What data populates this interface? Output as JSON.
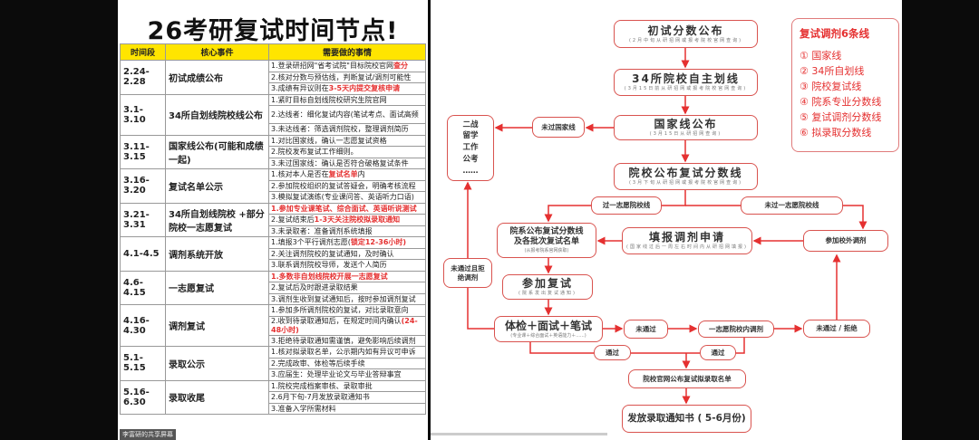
{
  "title": "26考研复试时间节点!",
  "share_label": "李富研的共享屏幕",
  "table": {
    "headers": [
      "时间段",
      "核心事件",
      "需要做的事情"
    ],
    "rows": [
      {
        "date": "2.24-2.28",
        "event": "初试成绩公布",
        "items": [
          {
            "pre": "1.登录研招网\"省考试院\"目标院校官网",
            "hl": "查分",
            "post": ""
          },
          {
            "pre": "2.核对分数与预估线，判断复试/调剂可能性",
            "hl": "",
            "post": ""
          },
          {
            "pre": "3.成绩有异议则在",
            "hl": "3-5天内提交复核申请",
            "post": ""
          }
        ]
      },
      {
        "date": "3.1-3.10",
        "event": "34所自划线院校线公布",
        "items": [
          {
            "pre": "1.紧盯目标自划线院校研究生院官网",
            "hl": "",
            "post": ""
          },
          {
            "pre": "2.达线者：细化复试内容(笔试考点、面试高频",
            "hl": "",
            "post": ""
          },
          {
            "pre": "3.未达线者：筛选调剂院校，整理调剂简历",
            "hl": "",
            "post": ""
          }
        ]
      },
      {
        "date": "3.11-3.15",
        "event": "国家线公布(可能和成绩一起)",
        "items": [
          {
            "pre": "1.对比国家线，确认一志愿复试资格",
            "hl": "",
            "post": ""
          },
          {
            "pre": "2.院校发布复试工作细则。",
            "hl": "",
            "post": ""
          },
          {
            "pre": "3.未过国家线：确认是否符合破格复试条件",
            "hl": "",
            "post": ""
          }
        ]
      },
      {
        "date": "3.16-3.20",
        "event": "复试名单公示",
        "items": [
          {
            "pre": "1.核对本人是否在",
            "hl": "复试名单",
            "post": "内"
          },
          {
            "pre": "2.参加院校组织的复试答疑会，明确考核流程",
            "hl": "",
            "post": ""
          },
          {
            "pre": "3.模拟复试演练(专业课问答、英语听力口语)",
            "hl": "",
            "post": ""
          }
        ]
      },
      {
        "date": "3.21-3.31",
        "event": "34所自划线院校 +部分院校一志愿复试",
        "items": [
          {
            "pre": "",
            "hl": "1.参加专业课笔试、综合面试、英语听说测试",
            "post": ""
          },
          {
            "pre": "2.复试结束后",
            "hl": "1-3天关注院校拟录取通知",
            "post": ""
          },
          {
            "pre": "3.未录取者：准备调剂系统填报",
            "hl": "",
            "post": ""
          }
        ]
      },
      {
        "date": "4.1-4.5",
        "event": "调剂系统开放",
        "items": [
          {
            "pre": "1.填报3个平行调剂志愿(",
            "hl": "锁定12-36小时)",
            "post": ""
          },
          {
            "pre": "2.关注调剂院校的复试通知，及时确认",
            "hl": "",
            "post": ""
          },
          {
            "pre": "3.联系调剂院校导师，发送个人简历",
            "hl": "",
            "post": ""
          }
        ]
      },
      {
        "date": "4.6-4.15",
        "event": "一志愿复试",
        "items": [
          {
            "pre": "",
            "hl": "1.多数非自划线院校开展一志愿复试",
            "post": ""
          },
          {
            "pre": "2.复试后及时跟进录取结果",
            "hl": "",
            "post": ""
          },
          {
            "pre": "3.调剂生收到复试通知后，按时参加调剂复试",
            "hl": "",
            "post": ""
          }
        ]
      },
      {
        "date": "4.16-4.30",
        "event": "调剂复试",
        "items": [
          {
            "pre": "1.参加多所调剂院校的复试，对比录取意向",
            "hl": "",
            "post": ""
          },
          {
            "pre": "2.收到待录取通知后，在规定时间内确认",
            "hl": "(24-48小时)",
            "post": ""
          },
          {
            "pre": "3.拒绝待录取通知需谨慎，避免影响后续调剂",
            "hl": "",
            "post": ""
          }
        ]
      },
      {
        "date": "5.1-5.15",
        "event": "录取公示",
        "items": [
          {
            "pre": "1.核对拟录取名单，公示期内如有异议可申诉",
            "hl": "",
            "post": ""
          },
          {
            "pre": "2.完成政审、体检等后续手续",
            "hl": "",
            "post": ""
          },
          {
            "pre": "3.应届生：处理毕业论文与毕业答辩事宜",
            "hl": "",
            "post": ""
          }
        ]
      },
      {
        "date": "5.16-6.30",
        "event": "录取收尾",
        "items": [
          {
            "pre": "1.院校完成档案审核、录取审批",
            "hl": "",
            "post": ""
          },
          {
            "pre": "2.6月下旬-7月发放录取通知书",
            "hl": "",
            "post": ""
          },
          {
            "pre": "3.准备入学所需材料",
            "hl": "",
            "post": ""
          }
        ]
      }
    ]
  },
  "flow": {
    "n1": {
      "t": "初试分数公布",
      "s": "(2月中旬从研招网或报考院校官网查询)"
    },
    "n2": {
      "t": "34所院校自主划线",
      "s": "(3月15日前从研招网或报考院校官网查询)"
    },
    "n3": {
      "t": "国家线公布",
      "s": "(3月15日从研招网查询)"
    },
    "n4": {
      "t": "院校公布复试分数线",
      "s": "(3月下旬从研招网或报考院校官网查询)"
    },
    "fail_national": "未过国家线",
    "alt": [
      "二战",
      "留学",
      "工作",
      "公考",
      "……"
    ],
    "pass_first": "过一志愿院校线",
    "fail_first": "未过一志愿院校线",
    "dept": {
      "t1": "院系公布复试分数线",
      "t2": "及各批次复试名单",
      "s": "(从报考院系官网获取)"
    },
    "apply": {
      "t": "填报调剂申请",
      "s": "(国家线过后一周左右时间内从研招网填报)"
    },
    "outside": "参加校外调剂",
    "reject": "未通过且拒绝调剂",
    "retest": {
      "t": "参加复试",
      "s": "(院系发出复试通知)"
    },
    "exam": {
      "t": "体检＋面试＋笔试",
      "s": "(专业课＋综合面试＋英语能力＋......)"
    },
    "fail1": "未通过",
    "internal": "一志愿院校内调剂",
    "fail2": "未通过 / 拒绝",
    "pass1": "通过",
    "pass2": "通过",
    "list": "院校官网公布复试拟录取名单",
    "notice": "发放录取通知书 ( 5-6月份)"
  },
  "six_lines": {
    "title": "复试调剂6条线",
    "items": [
      "① 国家线",
      "② 34所自划线",
      "③ 院校复试线",
      "④ 院系专业分数线",
      "⑤ 复试调剂分数线",
      "⑥ 拟录取分数线"
    ]
  }
}
